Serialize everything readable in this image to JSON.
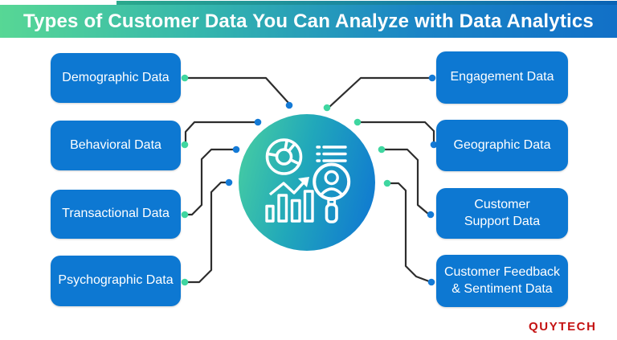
{
  "title": "Types of Customer Data You Can Analyze with Data Analytics",
  "left_items": [
    {
      "label": "Demographic Data"
    },
    {
      "label": "Behavioral Data"
    },
    {
      "label": "Transactional Data"
    },
    {
      "label": "Psychographic Data"
    }
  ],
  "right_items": [
    {
      "label": "Engagement Data"
    },
    {
      "label": "Geographic Data"
    },
    {
      "label": "Customer\nSupport Data"
    },
    {
      "label": "Customer Feedback\n& Sentiment Data"
    }
  ],
  "center_icons": [
    "donut-chart-icon",
    "bullet-list-icon",
    "bar-chart-growth-arrow-icon",
    "user-magnifier-icon"
  ],
  "logo": "QUYTECH",
  "colors": {
    "banner_gradient_start": "#57d795",
    "banner_gradient_end": "#1170c7",
    "box_blue": "#0d78d2",
    "circle_gradient_start": "#4ad0a0",
    "circle_gradient_end": "#0e74d4",
    "connector_line": "#2d2d2d",
    "dot_green": "#3fd6a0",
    "dot_blue": "#147ad6",
    "logo_red": "#c41212",
    "background": "#ffffff"
  }
}
